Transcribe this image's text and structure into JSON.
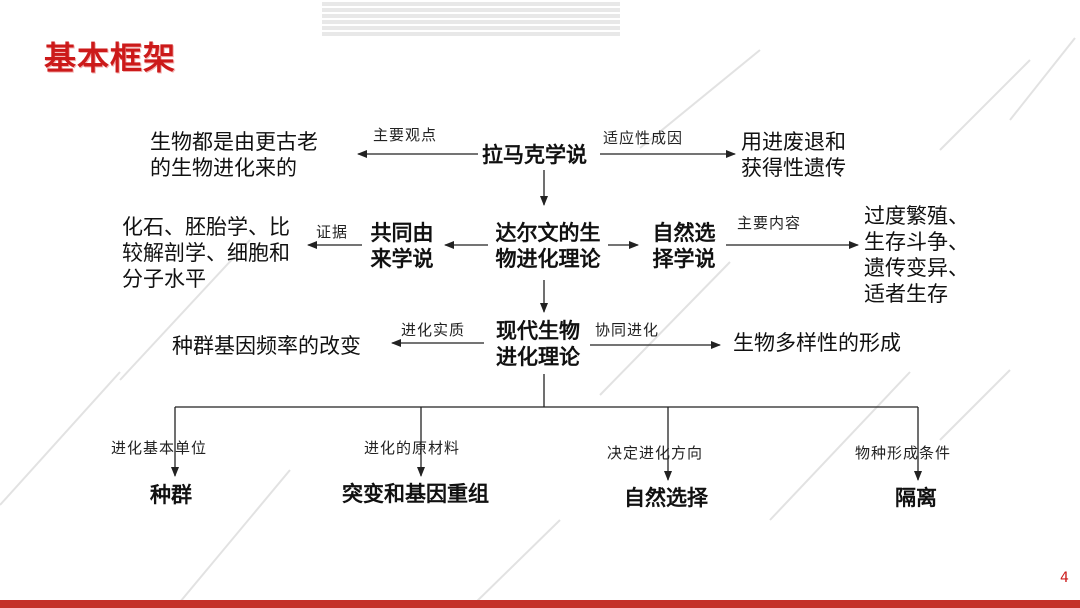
{
  "title": "基本框架",
  "page_number": "4",
  "nodes": {
    "lamarck": "拉马克学说",
    "lamarck_left": [
      "生物都是由更古老",
      "的生物进化来的"
    ],
    "lamarck_right": [
      "用进废退和",
      "获得性遗传"
    ],
    "darwin": [
      "达尔文的生",
      "物进化理论"
    ],
    "common_descent": [
      "共同由",
      "来学说"
    ],
    "evidence": [
      "化石、胚胎学、比",
      "较解剖学、细胞和",
      "分子水平"
    ],
    "natural_selection": [
      "自然选",
      "择学说"
    ],
    "ns_content": [
      "过度繁殖、",
      "生存斗争、",
      "遗传变异、",
      "适者生存"
    ],
    "modern": [
      "现代生物",
      "进化理论"
    ],
    "essence_result": "种群基因频率的改变",
    "diversity": "生物多样性的形成",
    "population": "种群",
    "mutation": "突变和基因重组",
    "selection": "自然选择",
    "isolation": "隔离"
  },
  "labels": {
    "main_view": "主要观点",
    "adaptation_cause": "适应性成因",
    "evidence": "证据",
    "main_content": "主要内容",
    "essence": "进化实质",
    "coevolution": "协同进化",
    "basic_unit": "进化基本单位",
    "raw_material": "进化的原材料",
    "direction": "决定进化方向",
    "speciation": "物种形成条件"
  },
  "colors": {
    "title": "#cc1a1a",
    "line": "#222222",
    "deco": "#e6e6e6"
  }
}
